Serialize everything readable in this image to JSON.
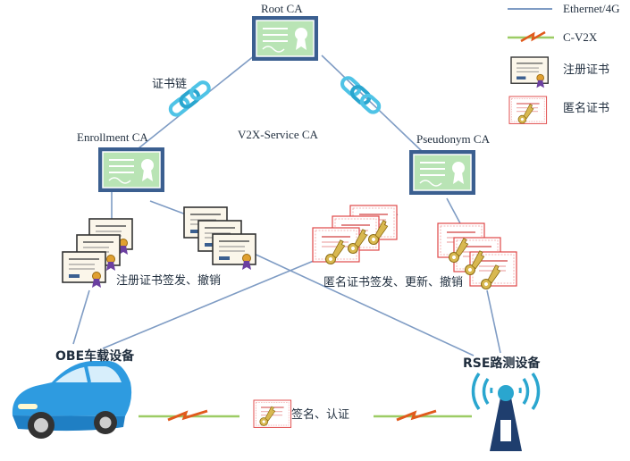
{
  "nodes": {
    "root_ca": "Root CA",
    "enrollment_ca": "Enrollment CA",
    "pseudonym_ca": "Pseudonym CA",
    "v2x_service_ca": "V2X-Service CA",
    "obe": "OBE车载设备",
    "rse": "RSE路测设备"
  },
  "annotations": {
    "cert_chain": "证书链",
    "enroll_issue": "注册证书签发、撤销",
    "pseudo_issue": "匿名证书签发、更新、撤销",
    "sign_auth": "签名、认证"
  },
  "legend": {
    "ethernet": "Ethernet/4G",
    "c_v2x": "C-V2X",
    "enroll_cert": "注册证书",
    "anon_cert": "匿名证书"
  },
  "colors": {
    "line": "#7f9cc4",
    "ca_frame": "#3b5f90",
    "ca_cert": "#a8d8a8",
    "chain": "#4fc3e6",
    "car": "#2e9be0",
    "zigzag": "#e05a1c",
    "green_line": "#9ccc65",
    "tower": "#1f3e6e",
    "anon_border": "#e04848"
  }
}
